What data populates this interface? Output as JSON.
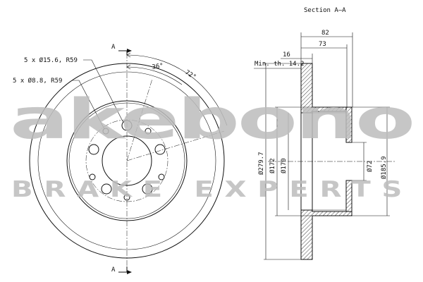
{
  "section_title": "Section A–A",
  "section_marker": "A",
  "dims": {
    "overall_width": "82",
    "hat_width": "73",
    "disc_thickness": "16",
    "min_thickness": "Min. th. 14.2",
    "outer_dia": "Ø279.7",
    "hat_outer_dia": "Ø172",
    "hat_inner_dia": "Ø170",
    "center_bore": "Ø72",
    "bolt_circle_dia": "Ø185.9",
    "angle_small": "36°",
    "angle_large": "72°"
  },
  "holes": {
    "large": "5 x Ø15.6, R59",
    "small": "5 x Ø8.8, R59"
  },
  "watermark": {
    "brand": "akebono",
    "tagline": "BRAKE EXPERTS"
  }
}
